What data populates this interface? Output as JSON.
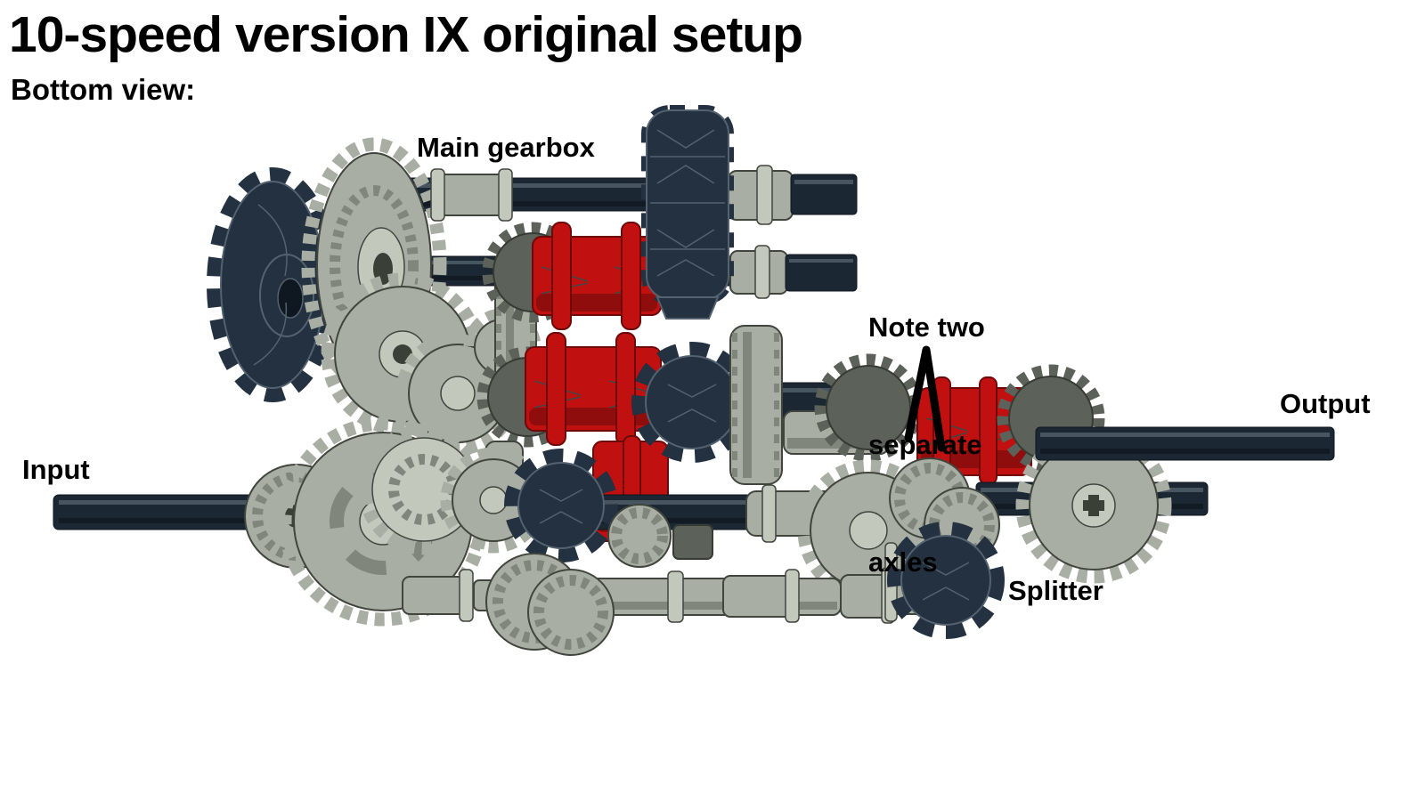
{
  "title": "10-speed version IX original setup",
  "subtitle": "Bottom view:",
  "annotations": {
    "main_gearbox": "Main gearbox",
    "note_axles": [
      "Note two",
      "separate",
      "axles"
    ],
    "input": "Input",
    "output": "Output",
    "splitter": "Splitter"
  },
  "colors": {
    "background": "#ffffff",
    "text": "#000000",
    "annotation_arrow": "#000000",
    "axle_dark_navy": "#1b2733",
    "axle_highlight": "#46555f",
    "gear_dark_navy": "#233140",
    "gear_light_gray": "#a8aea3",
    "gear_light_gray_highlight": "#c3c8bc",
    "gear_light_gray_shadow": "#80867b",
    "gear_dark_gray": "#5c625a",
    "driving_ring_red": "#c11010",
    "driving_ring_red_dark": "#8f0d0d"
  }
}
